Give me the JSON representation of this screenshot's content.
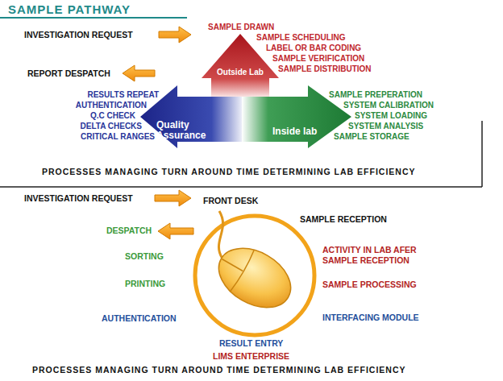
{
  "diagram": {
    "title": "SAMPLE PATHWAY",
    "nodes": [
      {
        "text": [
          "Outside Lab"
        ]
      },
      {
        "text": [
          "Quality Assurance"
        ]
      },
      {
        "text": [
          "Inside lab"
        ]
      }
    ],
    "labels": [
      "INVESTIGATION REQUEST",
      "SAMPLE DRAWN",
      "SAMPLE SCHEDULING",
      "LABEL OR BAR CODING",
      "SAMPLE VERIFICATION",
      "SAMPLE DISTRIBUTION",
      "REPORT DESPATCH",
      "RESULTS REPEAT",
      "AUTHENTICATION",
      "Q.C CHECK",
      "DELTA CHECKS",
      "CRITICAL RANGES",
      "SAMPLE PREPERATION",
      "SYSTEM CALIBRATION",
      "SYSTEM LOADING",
      "SYSTEM ANALYSIS",
      "SAMPLE STORAGE",
      "PROCESSES MANAGING TURN AROUND TIME DETERMINING LAB EFFICIENCY",
      "INVESTIGATION REQUEST",
      "FRONT DESK",
      "SAMPLE RECEPTION",
      "DESPATCH",
      "SORTING",
      "ACTIVITY IN LAB AFER SAMPLE RECEPTION",
      "PRINTING",
      "SAMPLE PROCESSING",
      "AUTHENTICATION",
      "INTERFACING MODULE",
      "RESULT ENTRY",
      "LIMS ENTERPRISE",
      "PROCESSES MANAGING TURN AROUND TIME DETERMINING LAB EFFICIENCY"
    ]
  }
}
